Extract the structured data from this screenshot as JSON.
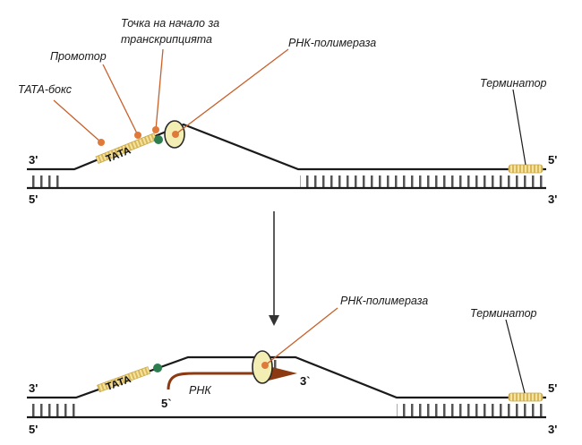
{
  "top": {
    "labels": {
      "tata_box": "ТАТА-бокс",
      "promoter": "Промотор",
      "start_line1": "Точка на начало за",
      "start_line2": "транскрипцията",
      "polymerase": "РНК-полимераза",
      "terminator": "Терминатор",
      "tata_on_strand": "ТАТА"
    },
    "ends": {
      "top_left": "3'",
      "top_right": "5'",
      "bottom_left": "5'",
      "bottom_right": "3'"
    }
  },
  "bottom": {
    "labels": {
      "polymerase": "РНК-полимераза",
      "terminator": "Терминатор",
      "tata_on_strand": "ТАТА",
      "rna": "РНК",
      "rna_5_end": "5`",
      "rna_3_end": "3`"
    },
    "ends": {
      "top_left": "3'",
      "top_right": "5'",
      "bottom_left": "5'",
      "bottom_right": "3'"
    }
  },
  "colors": {
    "strand": "#1a1a1a",
    "callout_line": "#c8602a",
    "callout_dot": "#e07a3a",
    "start_point": "#2e7d4f",
    "polymerase_fill": "#f3efb4",
    "element_fill": "#f1d98a",
    "rna": "#8b3a12"
  }
}
